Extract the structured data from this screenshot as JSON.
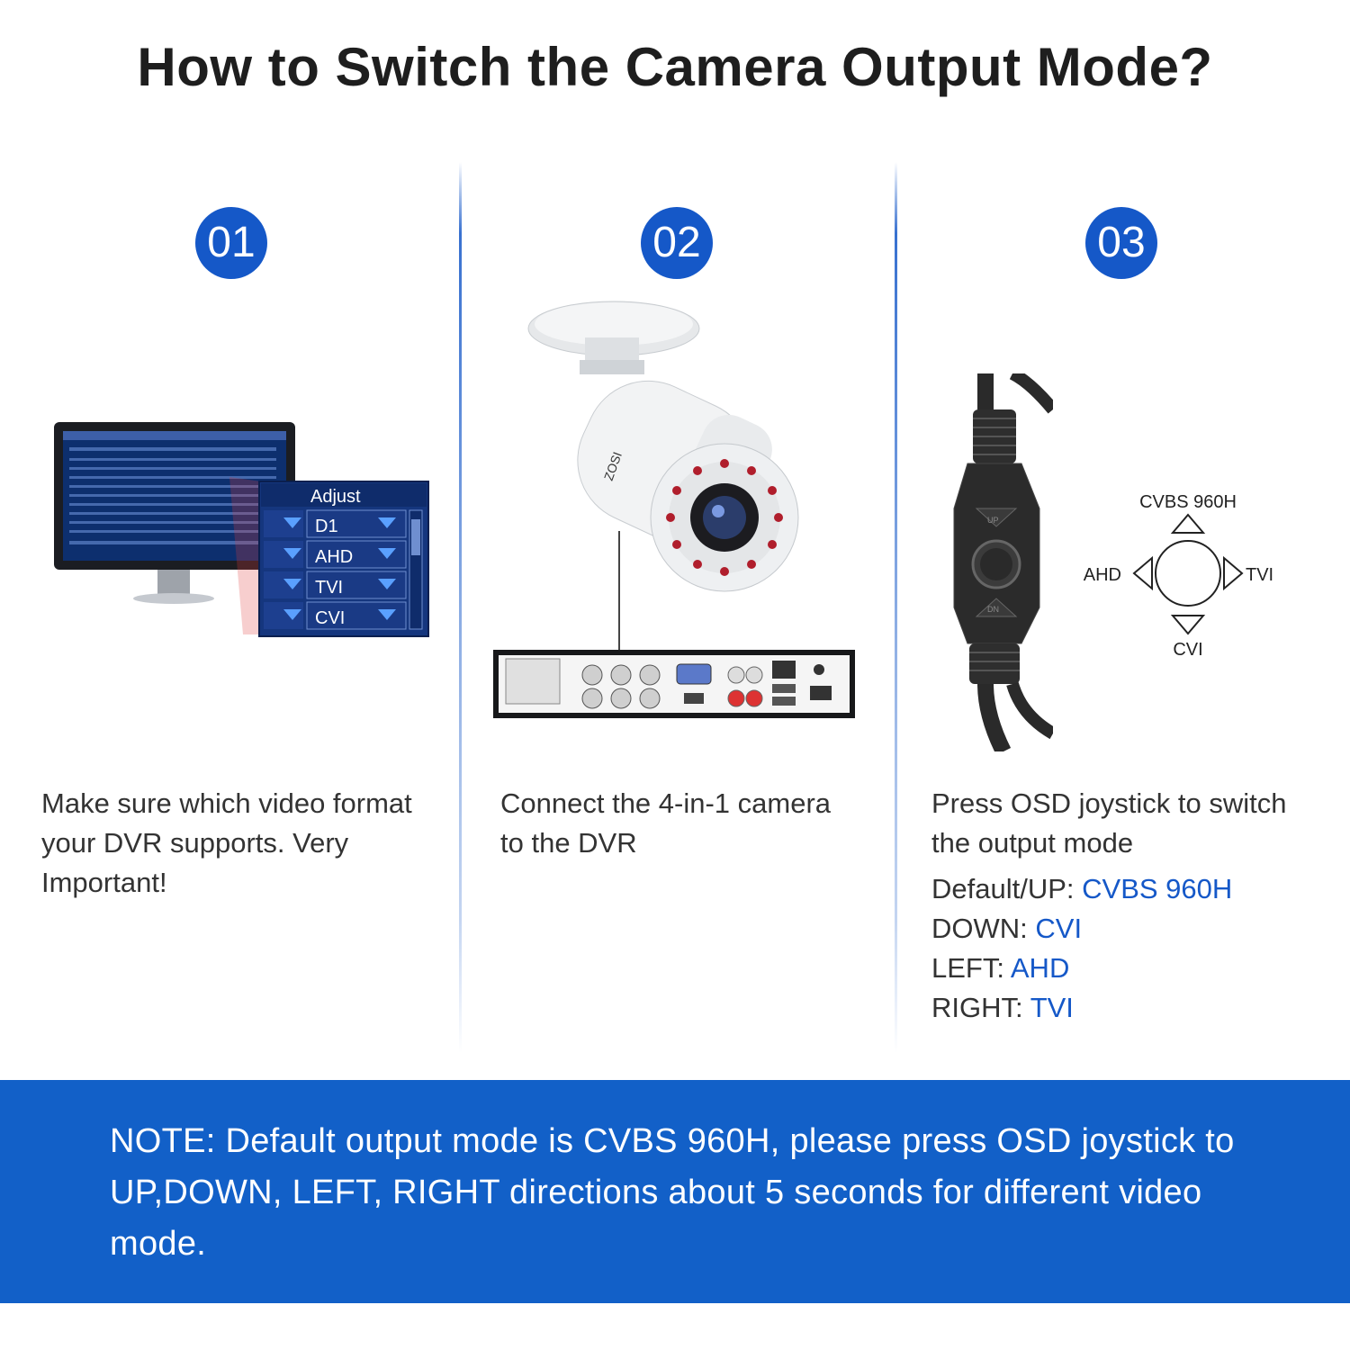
{
  "title": "How to Switch the Camera Output Mode?",
  "colors": {
    "accent": "#1558c8",
    "banner": "#1260c8",
    "text": "#333333"
  },
  "steps": [
    {
      "badge": "01",
      "description": "Make sure which video format your DVR supports. Very Important!"
    },
    {
      "badge": "02",
      "description": "Connect the 4-in-1 camera to the DVR"
    },
    {
      "badge": "03",
      "description": "Press OSD joystick to switch the output mode"
    }
  ],
  "dvr_menu": {
    "title": "Adjust",
    "options": [
      "D1",
      "AHD",
      "TVI",
      "CVI"
    ]
  },
  "camera_brand": "ZOSI",
  "joystick": {
    "up": "CVBS 960H",
    "down": "CVI",
    "left": "AHD",
    "right": "TVI",
    "button_up_text": "UP",
    "button_down_text": "DN"
  },
  "modes": [
    {
      "key": "Default/UP:",
      "value": "CVBS 960H"
    },
    {
      "key": "DOWN:",
      "value": "CVI"
    },
    {
      "key": "LEFT:",
      "value": "AHD"
    },
    {
      "key": "RIGHT:",
      "value": "TVI"
    }
  ],
  "note": "NOTE: Default output mode is CVBS 960H, please press OSD joystick to UP,DOWN, LEFT, RIGHT directions about 5 seconds for different video mode."
}
